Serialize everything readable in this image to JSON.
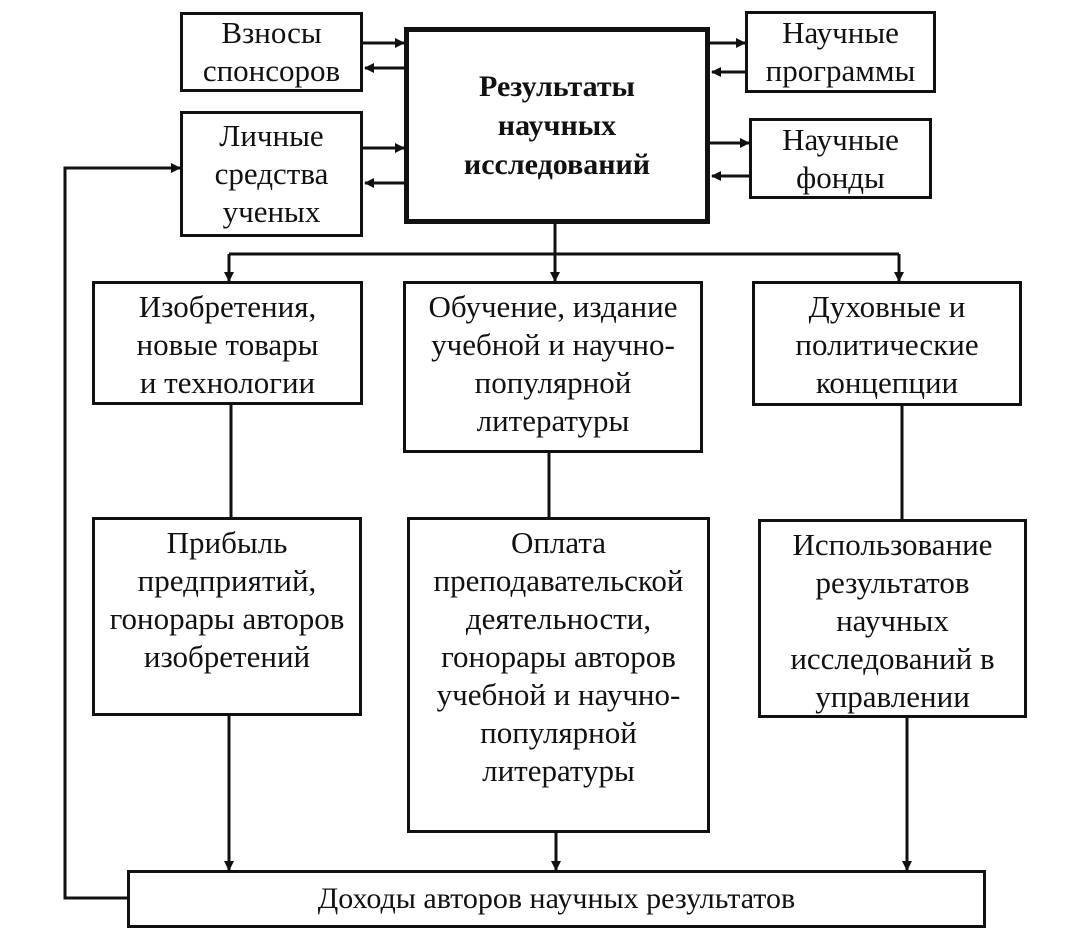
{
  "diagram": {
    "center": "Результаты\nнаучных\nисследований",
    "sponsors": "Взносы\nспонсоров",
    "personal": "Личные\nсредства\nученых",
    "programs": "Научные\nпрограммы",
    "funds": "Научные\nфонды",
    "inventions": "Изобретения,\nновые товары\nи технологии",
    "education": "Обучение, издание\nучебной и научно-\nпопулярной\nлитературы",
    "concepts": "Духовные и\nполитические\nконцепции",
    "profit": "Прибыль\nпредприятий,\nгонорары авторов\nизобретений",
    "payment": "Оплата\nпреподавательской\nдеятельности,\nгонорары авторов\nучебной и научно-\nпопулярной\nлитературы",
    "usage": "Использование\nрезультатов\nнаучных\nисследований в\nуправлении",
    "income": "Доходы авторов научных результатов"
  },
  "colors": {
    "ink": "#111111",
    "background": "#ffffff"
  }
}
